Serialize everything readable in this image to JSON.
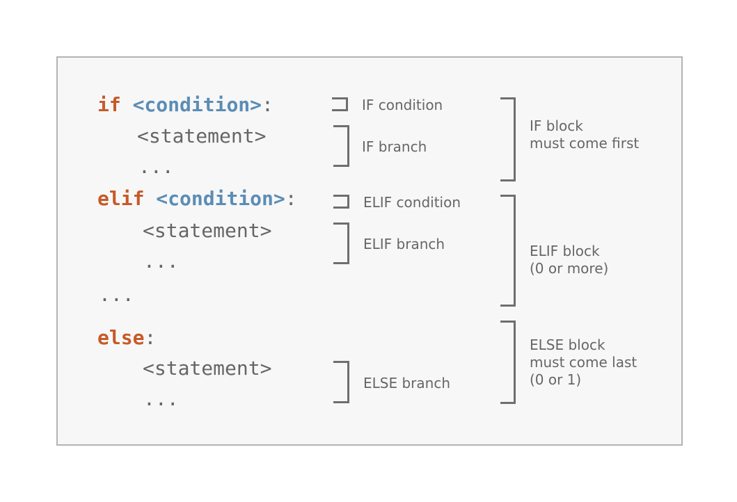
{
  "code": {
    "if_keyword": "if",
    "if_condition": "<condition>",
    "if_colon": ":",
    "if_statement": "<statement>",
    "if_ellipsis": "...",
    "elif_keyword": "elif",
    "elif_condition": "<condition>",
    "elif_colon": ":",
    "elif_statement": "<statement>",
    "elif_ellipsis": "...",
    "between_ellipsis": "...",
    "else_keyword": "else",
    "else_colon": ":",
    "else_statement": "<statement>",
    "else_ellipsis": "..."
  },
  "labels": {
    "if_condition": "IF condition",
    "if_branch": "IF branch",
    "elif_condition": "ELIF condition",
    "elif_branch": "ELIF branch",
    "else_branch": "ELSE branch",
    "if_block_line1": "IF block",
    "if_block_line2": "must come first",
    "elif_block_line1": "ELIF block",
    "elif_block_line2": "(0 or more)",
    "else_block_line1": "ELSE block",
    "else_block_line2": "must come last",
    "else_block_line3": "(0 or 1)"
  },
  "colors": {
    "keyword": "#c65a28",
    "condition": "#5b8db5",
    "text": "#666666",
    "bracket": "#6e6e6e",
    "panel_bg": "#f7f7f7",
    "panel_border": "#b3b3b3"
  }
}
